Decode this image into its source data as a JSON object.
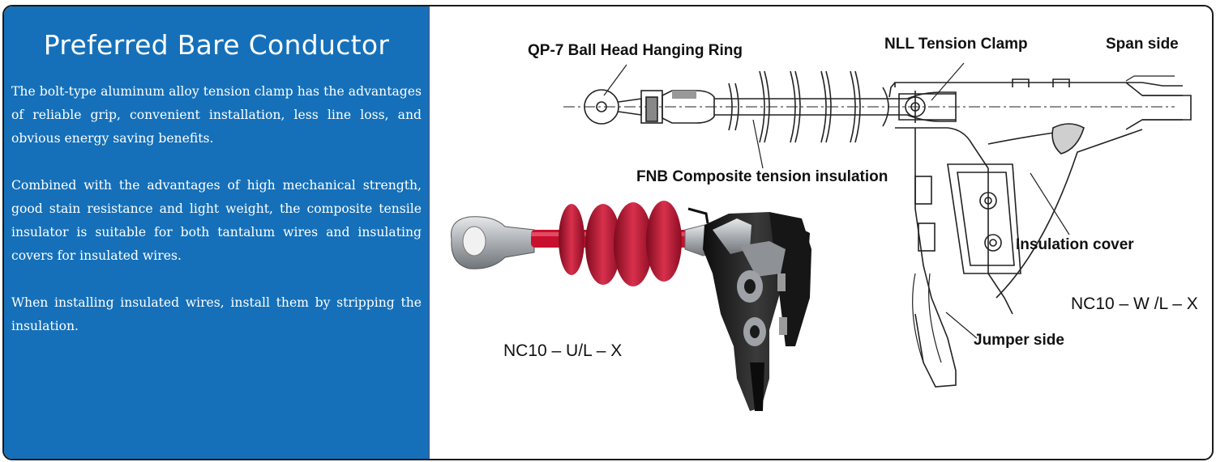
{
  "panel": {
    "title": "Preferred Bare Conductor",
    "paragraphs": [
      "The bolt-type aluminum alloy tension clamp has the advantages of reliable grip, convenient installation, less line loss, and obvious energy saving benefits.",
      "Combined with the advantages of high mechanical strength, good stain resistance and light weight, the composite tensile insulator is suitable for both tantalum wires and insulating covers for insulated wires.",
      "When installing insulated wires, install them by stripping the insulation."
    ]
  },
  "diagram": {
    "labels": {
      "hanging_ring": "QP-7 Ball Head Hanging Ring",
      "tension_clamp": "NLL Tension Clamp",
      "span_side": "Span side",
      "insulation": "FNB Composite tension insulation",
      "insulation_cover": "Insulation cover",
      "jumper_side": "Jumper side"
    },
    "models": {
      "photo_model": "NC10 – U/L – X",
      "drawing_model": "NC10 – W /L – X"
    }
  },
  "colors": {
    "panel_blue": "#1570b9",
    "insulator_red": "#c8102e",
    "clamp_black": "#1c1c1c",
    "metal_gray": "#b9bcc0"
  }
}
